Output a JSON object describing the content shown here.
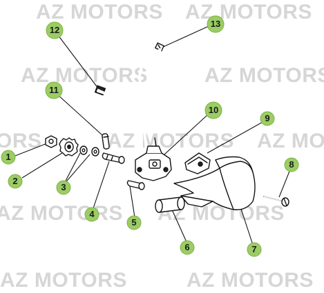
{
  "watermark": {
    "text": "AZ MOTORS",
    "partial_text": "ORS",
    "partial_text_right": "AZ MO",
    "color": "#d6d6d6"
  },
  "callouts": {
    "color_fill": "#9ccc65",
    "color_stroke": "#7cb342",
    "labels": [
      "1",
      "2",
      "3",
      "4",
      "5",
      "6",
      "7",
      "8",
      "9",
      "10",
      "11",
      "12",
      "13"
    ]
  },
  "parts": [
    {
      "number": "1",
      "icon": "nut-icon"
    },
    {
      "number": "2",
      "icon": "gear-icon"
    },
    {
      "number": "3",
      "icon": "washer-icon"
    },
    {
      "number": "4",
      "icon": "shaft-icon"
    },
    {
      "number": "5",
      "icon": "pin-icon"
    },
    {
      "number": "6",
      "icon": "sleeve-icon"
    },
    {
      "number": "7",
      "icon": "guard-icon"
    },
    {
      "number": "8",
      "icon": "screw-icon"
    },
    {
      "number": "9",
      "icon": "clamp-icon"
    },
    {
      "number": "10",
      "icon": "oil-pump-icon"
    },
    {
      "number": "11",
      "icon": "pin-icon"
    },
    {
      "number": "12",
      "icon": "clip-icon"
    },
    {
      "number": "13",
      "icon": "clip-icon"
    }
  ]
}
